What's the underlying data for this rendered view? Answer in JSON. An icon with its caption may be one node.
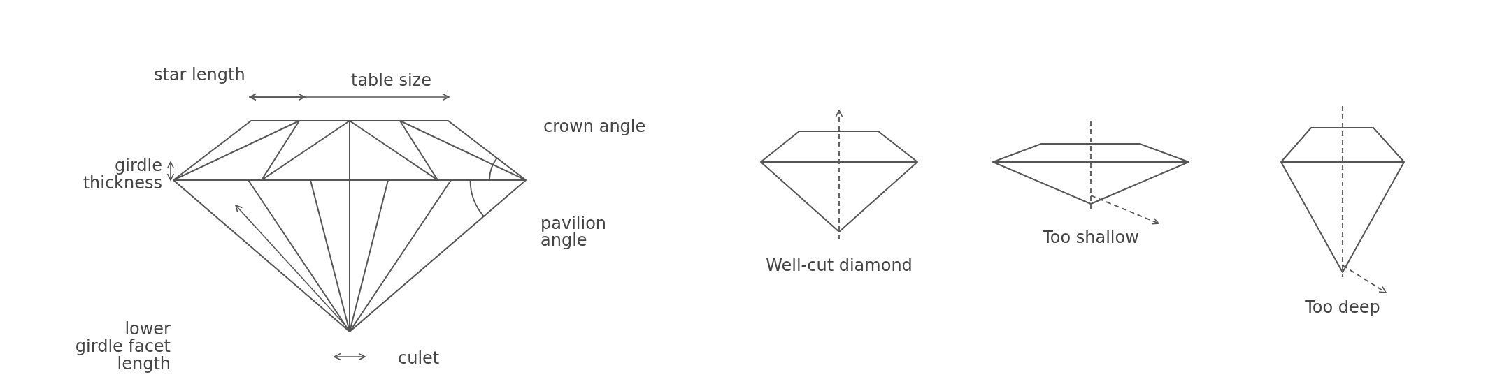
{
  "diagram": {
    "nodes": [
      {
        "text": [],
        "shape": "diamond"
      },
      {
        "text": [],
        "shape": "diamond",
        "beside": [
          "Well-cut diamond"
        ]
      },
      {
        "text": [],
        "shape": "diamond",
        "beside": [
          "Too shallow"
        ]
      },
      {
        "text": [],
        "shape": "diamond",
        "beside": [
          "Too deep"
        ]
      }
    ],
    "labels": [
      "star length",
      "table size",
      "crown angle",
      "girdle thickness",
      "pavilion angle",
      "lower girdle facet length",
      "culet"
    ]
  }
}
